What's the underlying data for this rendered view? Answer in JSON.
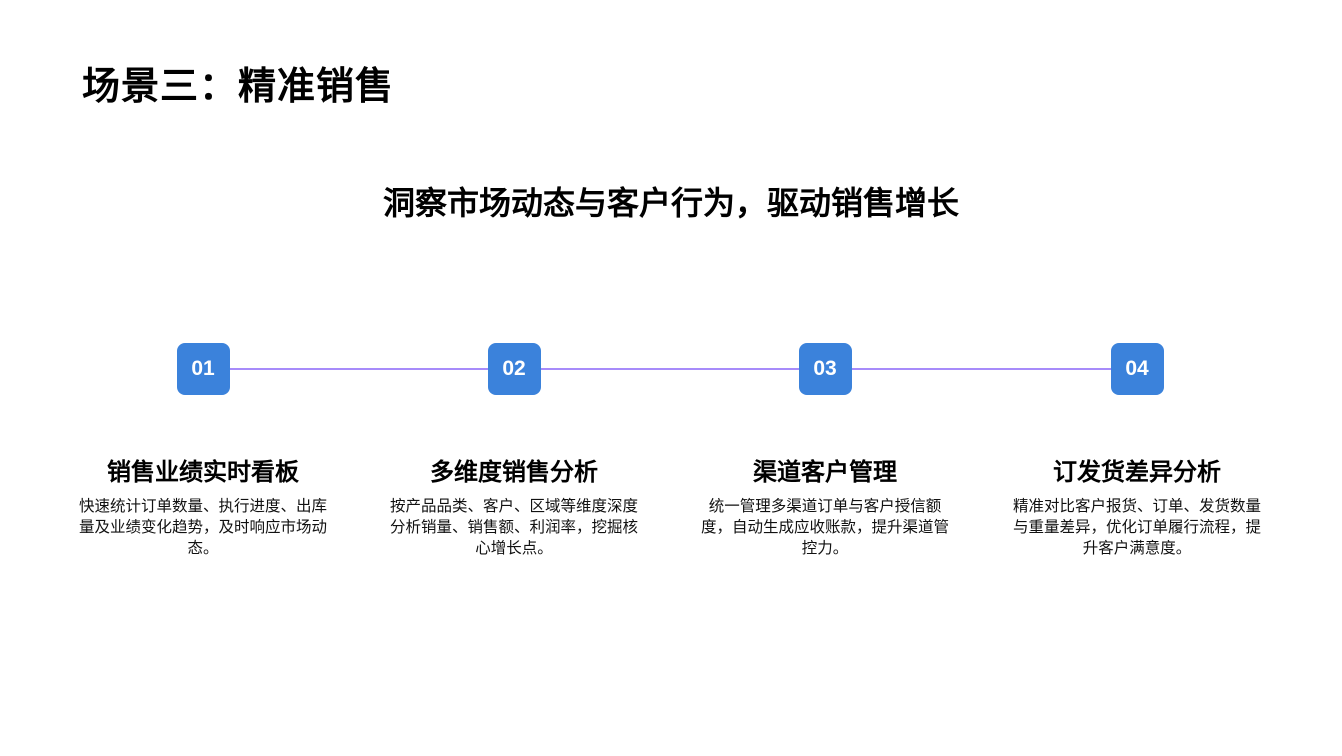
{
  "page": {
    "title": "场景三：精准销售",
    "subtitle": "洞察市场动态与客户行为，驱动销售增长"
  },
  "colors": {
    "badge": "#3b82db",
    "timeline": "#a78bfa",
    "text": "#000000"
  },
  "steps": [
    {
      "number": "01",
      "title": "销售业绩实时看板",
      "description": "快速统计订单数量、执行进度、出库量及业绩变化趋势，及时响应市场动态。"
    },
    {
      "number": "02",
      "title": "多维度销售分析",
      "description": "按产品品类、客户、区域等维度深度分析销量、销售额、利润率，挖掘核心增长点。"
    },
    {
      "number": "03",
      "title": "渠道客户管理",
      "description": "统一管理多渠道订单与客户授信额度，自动生成应收账款，提升渠道管控力。"
    },
    {
      "number": "04",
      "title": "订发货差异分析",
      "description": "精准对比客户报货、订单、发货数量与重量差异，优化订单履行流程，提升客户满意度。"
    }
  ]
}
